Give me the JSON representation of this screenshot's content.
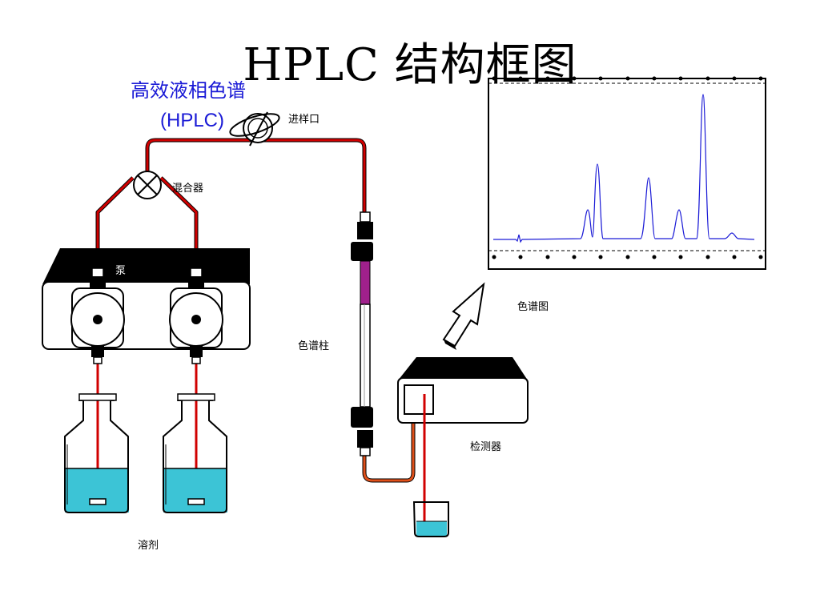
{
  "title": "HPLC 结构框图",
  "subtitle_cn": "高效液相色谱",
  "subtitle_en": "(HPLC)",
  "labels": {
    "injector": "进样口",
    "mixer": "混合器",
    "pump": "泵",
    "column": "色谱柱",
    "chromatogram": "色谱图",
    "detector": "检测器",
    "solvent": "溶剂"
  },
  "colors": {
    "tubing": "#d10000",
    "outlet_tubing": "#e0501a",
    "solvent_liquid": "#3cc4d6",
    "trace": "#1a1ad6",
    "column_band": "#a0208c",
    "subtitle": "#1a1ad6"
  }
}
